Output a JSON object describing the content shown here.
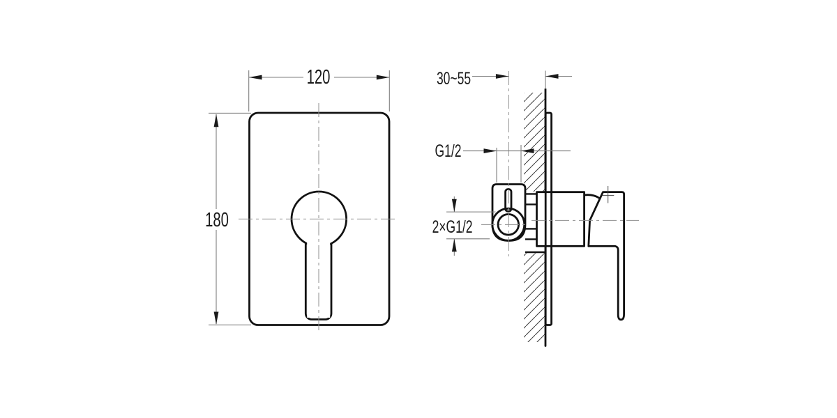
{
  "labels": {
    "plate_width": "120",
    "plate_height": "180",
    "installation_depth": "30~55",
    "outlet_thread": "G1/2",
    "inlet_thread": "2×G1/2"
  },
  "colors": {
    "background": "#ffffff",
    "object_line": "#121212",
    "dimension_line": "#7e7e7e",
    "centerline": "#8f8f8f",
    "hatch_line": "#3f3f3f",
    "text": "#1a1a1a"
  }
}
